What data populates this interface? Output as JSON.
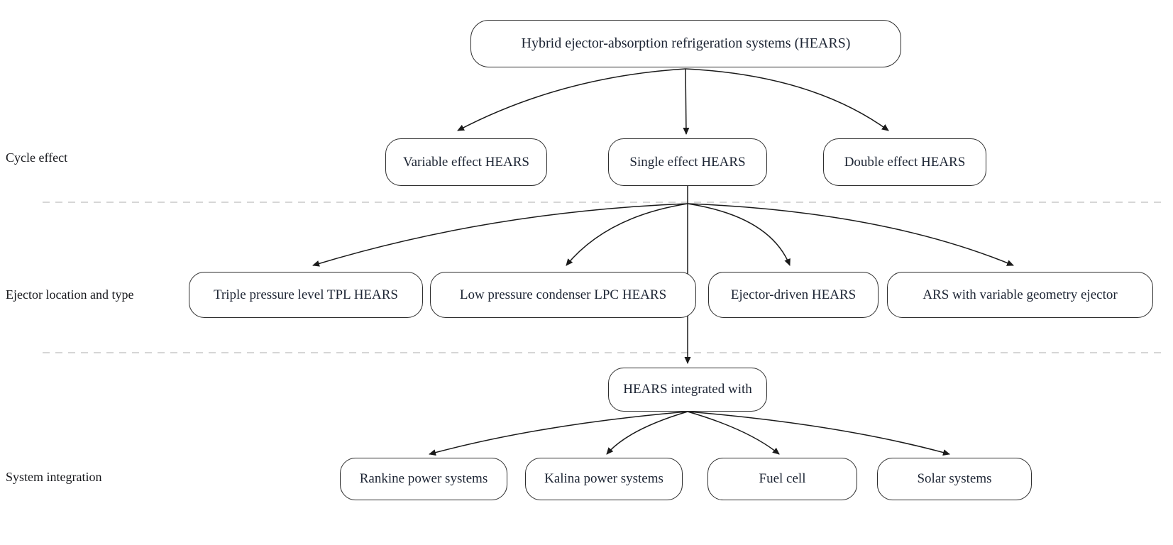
{
  "palette": {
    "box_border": "#2e2e2e",
    "box_fill": "#ffffff",
    "text": "#1c2433",
    "arrow": "#1a1a1a",
    "divider_dash": "#c9c9c9",
    "background": "#ffffff"
  },
  "diagram": {
    "root": {
      "label": "Hybrid ejector-absorption refrigeration systems (HEARS)"
    },
    "rows": [
      {
        "label": "Cycle effect",
        "nodes": [
          {
            "label": "Variable effect HEARS"
          },
          {
            "label": "Single effect HEARS"
          },
          {
            "label": "Double effect HEARS"
          }
        ]
      },
      {
        "label": "Ejector location and type",
        "nodes": [
          {
            "label": "Triple pressure level TPL HEARS"
          },
          {
            "label": "Low pressure condenser LPC HEARS"
          },
          {
            "label": "Ejector-driven HEARS"
          },
          {
            "label": "ARS with variable geometry ejector"
          }
        ]
      },
      {
        "label": "System integration",
        "parent": {
          "label": "HEARS integrated with"
        },
        "nodes": [
          {
            "label": "Rankine power systems"
          },
          {
            "label": "Kalina power systems"
          },
          {
            "label": "Fuel cell"
          },
          {
            "label": "Solar systems"
          }
        ]
      }
    ]
  }
}
